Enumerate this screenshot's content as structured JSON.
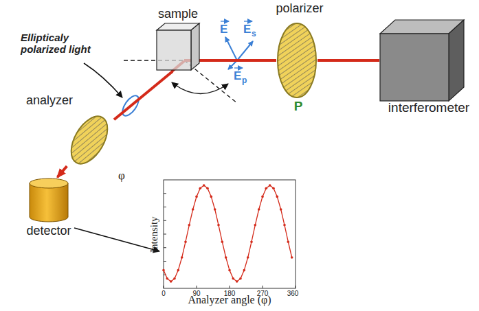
{
  "diagram": {
    "nodes": [
      {
        "text": [
          "sample"
        ]
      },
      {
        "text": [
          "polarizer",
          "P"
        ]
      },
      {
        "text": [
          "interferometer"
        ]
      },
      {
        "text": [
          "analyzer"
        ]
      },
      {
        "text": [
          "detector"
        ]
      }
    ],
    "edges": [
      {
        "from": 0,
        "to": 1,
        "arrow": "none"
      },
      {
        "from": 1,
        "to": 2,
        "arrow": "none"
      },
      {
        "from": 0,
        "to": 3,
        "arrow": "none"
      },
      {
        "from": 3,
        "to": 4,
        "arrow": "to"
      }
    ],
    "labels": [
      "Ellipticaly polarized light",
      "E",
      "E",
      "s",
      "E",
      "p",
      "φ",
      "Intensity",
      "Analyzer angle (φ)",
      "0",
      "90",
      "180",
      "270",
      "360"
    ]
  }
}
